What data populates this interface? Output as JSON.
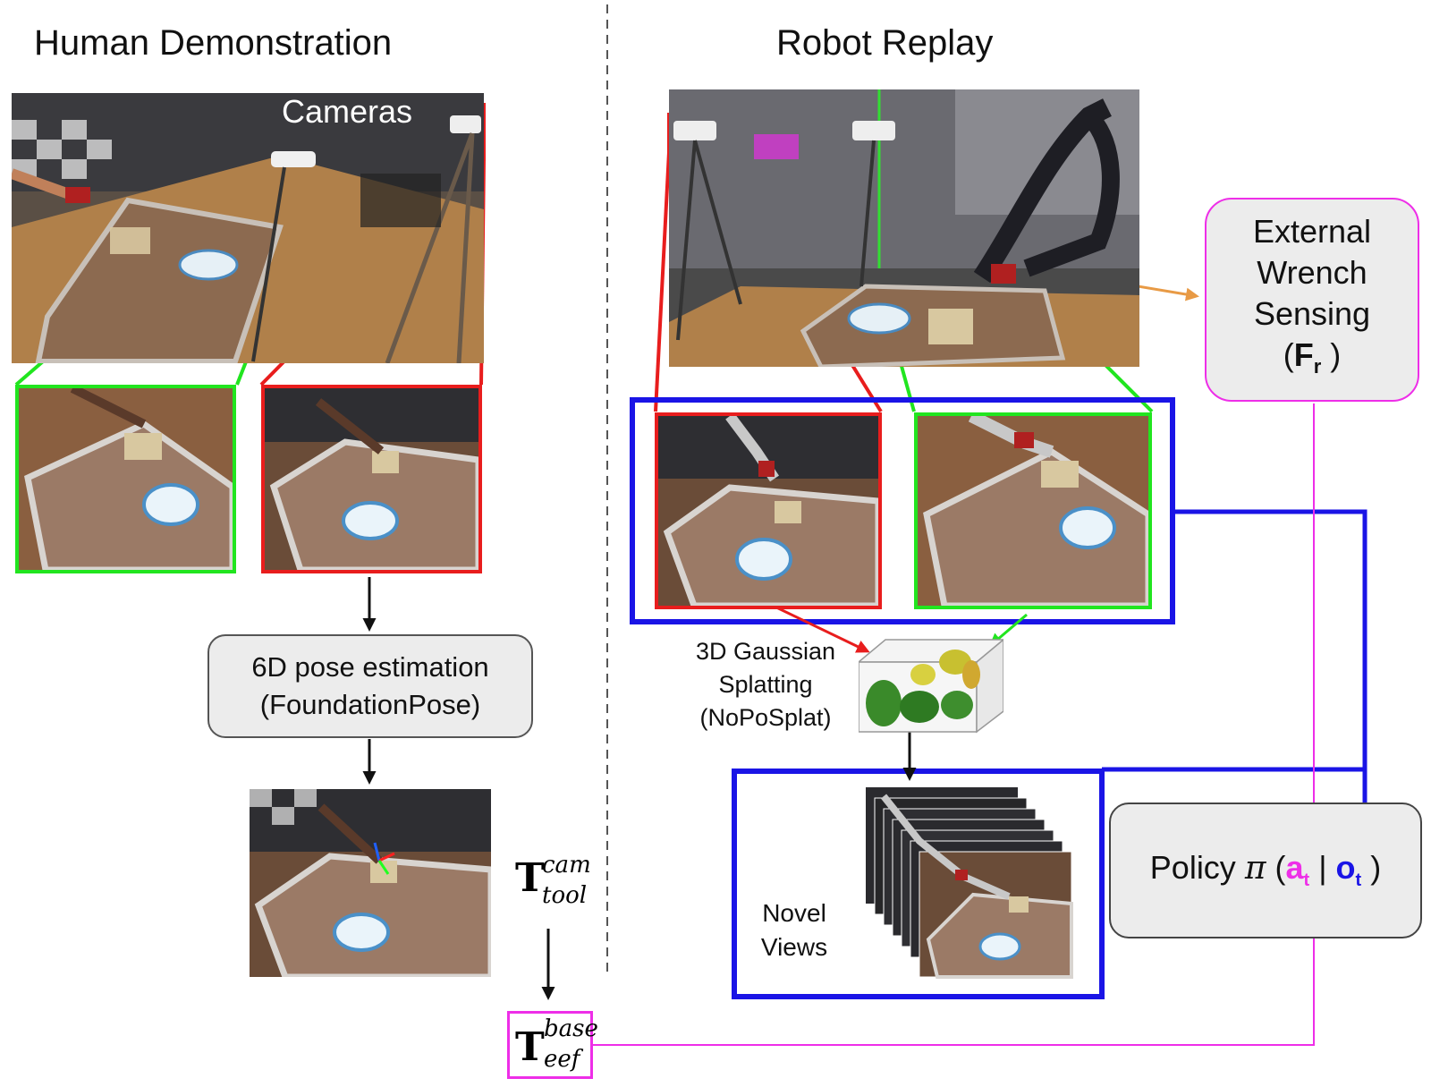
{
  "headings": {
    "left": "Human Demonstration",
    "right": "Robot Replay"
  },
  "labels": {
    "cameras": "Cameras",
    "gs_line1": "3D Gaussian",
    "gs_line2": "Splatting",
    "gs_line3": "(NoPoSplat)",
    "novel_line1": "Novel",
    "novel_line2": "Views"
  },
  "boxes": {
    "pose_line1": "6D pose estimation",
    "pose_line2": "(FoundationPose)",
    "wrench_line1": "External",
    "wrench_line2": "Wrench",
    "wrench_line3": "Sensing",
    "wrench_open": "(",
    "wrench_F": "F",
    "wrench_sub": "r",
    "wrench_close": " )",
    "policy_prefix": "Policy ",
    "policy_pi": "π",
    "policy_open": " (",
    "policy_a": "a",
    "policy_a_sub": "t",
    "policy_bar": " | ",
    "policy_o": "o",
    "policy_o_sub": "t",
    "policy_close": " )"
  },
  "transforms": {
    "cam_tool_T": "T",
    "cam_tool_sup": "cam",
    "cam_tool_sub": "tool",
    "base_eef_T": "T",
    "base_eef_sup": "base",
    "base_eef_sub": "eef"
  },
  "colors": {
    "green": "#21e51f",
    "red": "#e81d1d",
    "blue": "#1a14e6",
    "magenta": "#ee2ee8",
    "orange": "#e89a45",
    "box_fill": "#ececec"
  }
}
